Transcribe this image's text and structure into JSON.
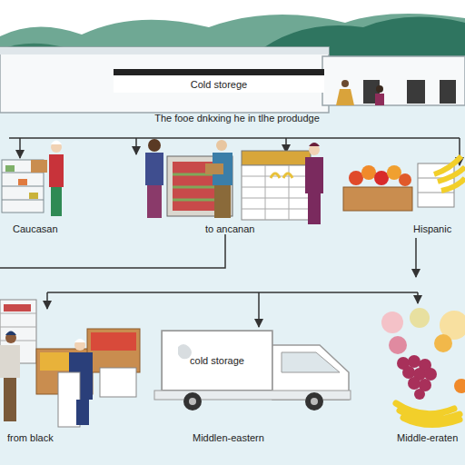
{
  "diagram": {
    "title": "The fooe dnkxing he in tlhe produdge",
    "nodes": [
      {
        "text": [
          "Cold storege"
        ]
      },
      {
        "text": [
          "cold storage"
        ]
      }
    ],
    "labels": [
      "Caucasan",
      "to ancanan",
      "Hispanic",
      "from black",
      "Middlen-eastern",
      "Middle-eraten"
    ]
  }
}
